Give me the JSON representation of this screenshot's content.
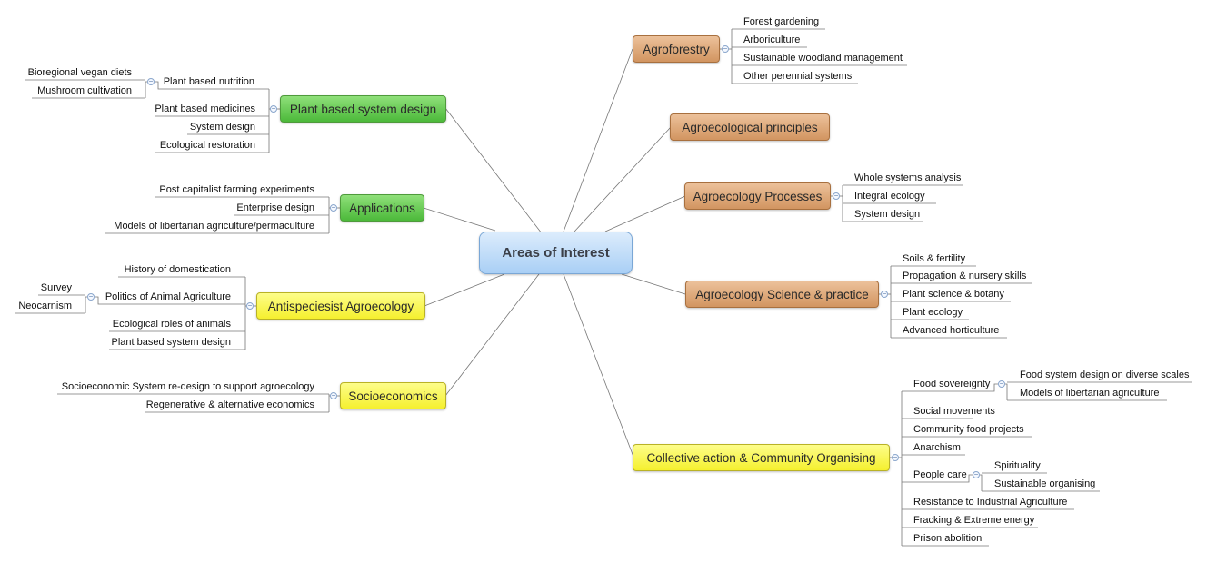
{
  "center": "Areas of Interest",
  "left": {
    "plant": {
      "title": "Plant based system design",
      "nutrition": "Plant based nutrition",
      "nutrition_children": [
        "Bioregional vegan diets",
        "Mushroom cultivation"
      ],
      "items": [
        "Plant based medicines",
        "System design",
        "Ecological restoration"
      ]
    },
    "applications": {
      "title": "Applications",
      "items": [
        "Post capitalist farming experiments",
        "Enterprise design",
        "Models of libertarian agriculture/permaculture"
      ]
    },
    "antispeciesist": {
      "title": "Antispeciesist Agroecology",
      "history": "History of domestication",
      "politics": "Politics of Animal Agriculture",
      "politics_children": [
        "Survey",
        "Neocarnism"
      ],
      "items": [
        "Ecological roles of animals",
        "Plant based system design"
      ]
    },
    "socio": {
      "title": "Socioeconomics",
      "items": [
        "Socioeconomic System re-design to support agroecology",
        "Regenerative & alternative economics"
      ]
    }
  },
  "right": {
    "agroforestry": {
      "title": "Agroforestry",
      "items": [
        "Forest gardening",
        "Arboriculture",
        "Sustainable woodland management",
        "Other perennial systems"
      ]
    },
    "principles": {
      "title": "Agroecological principles"
    },
    "processes": {
      "title": "Agroecology Processes",
      "items": [
        "Whole systems analysis",
        "Integral ecology",
        "System design"
      ]
    },
    "science": {
      "title": "Agroecology Science & practice",
      "items": [
        "Soils & fertility",
        "Propagation & nursery skills",
        "Plant science & botany",
        "Plant ecology",
        "Advanced horticulture"
      ]
    },
    "collective": {
      "title": "Collective action & Community Organising",
      "food": "Food sovereignty",
      "food_children": [
        "Food system design on diverse scales",
        "Models of libertarian agriculture"
      ],
      "mid": [
        "Social movements",
        "Community food projects",
        "Anarchism"
      ],
      "people": "People care",
      "people_children": [
        "Spirituality",
        "Sustainable organising"
      ],
      "end": [
        "Resistance to Industrial Agriculture",
        "Fracking & Extreme energy",
        "Prison abolition"
      ]
    }
  },
  "toggle_glyph": "−"
}
